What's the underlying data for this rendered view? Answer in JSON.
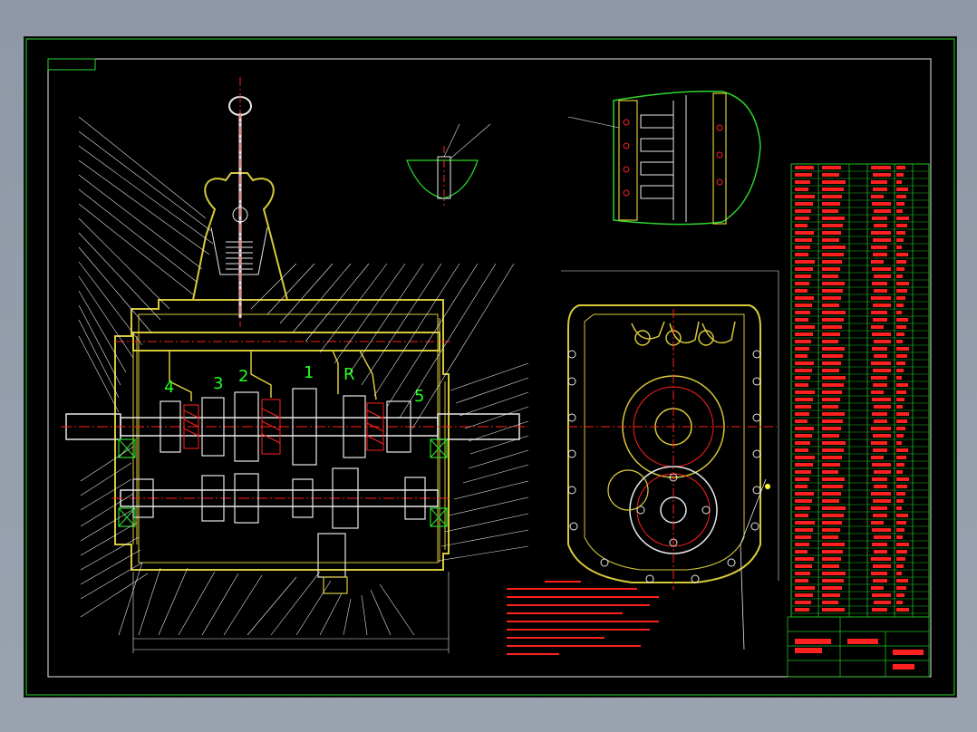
{
  "drawing": {
    "gear_labels": [
      "4",
      "3",
      "2",
      "1",
      "R",
      "5"
    ],
    "title_block_text": "",
    "notes_heading": "",
    "view_labels": []
  },
  "colors": {
    "background": "#000000",
    "outline_green": "#2bd62b",
    "part_yellow": "#d8c93a",
    "section_red": "#ff2020",
    "leader_white": "#e8e8e8",
    "table_green": "#1fbf1f",
    "label_green": "#22ff22",
    "label_yellow": "#ffff33"
  },
  "icons": {
    "shift_knob": "shift-lever-icon",
    "gear": "gear-icon",
    "bearing": "bearing-icon"
  }
}
